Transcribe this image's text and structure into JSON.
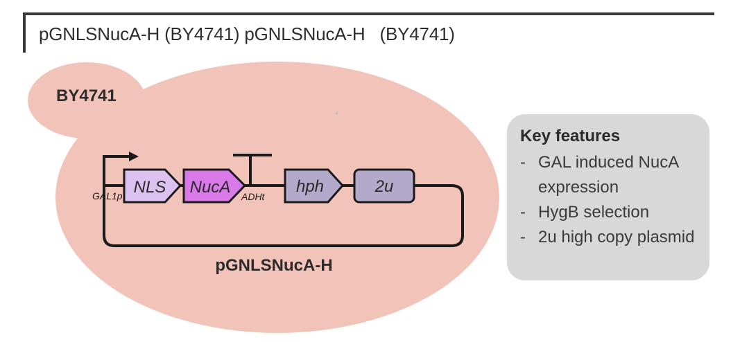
{
  "page_title": "pGNLSNucA-H (BY4741) pGNLSNucA-H   (BY4741)",
  "cell": {
    "label": "BY4741",
    "color": "#f2c4b9"
  },
  "plasmid": {
    "name": "pGNLSNucA-H",
    "features": {
      "promoter": "GAL1p",
      "nls": "NLS",
      "nuca": "NucA",
      "terminator": "ADHt",
      "hph": "hph",
      "origin": "2u"
    },
    "colors": {
      "nls": "#dcc2f0",
      "nuca": "#d97ae8",
      "hph": "#b3aacb",
      "origin": "#b3aacb",
      "outline": "#1a1a1a"
    }
  },
  "key_features": {
    "title": "Key features",
    "items": [
      "GAL induced NucA expression",
      "HygB selection",
      "2u high copy plasmid"
    ],
    "dash": "-"
  }
}
